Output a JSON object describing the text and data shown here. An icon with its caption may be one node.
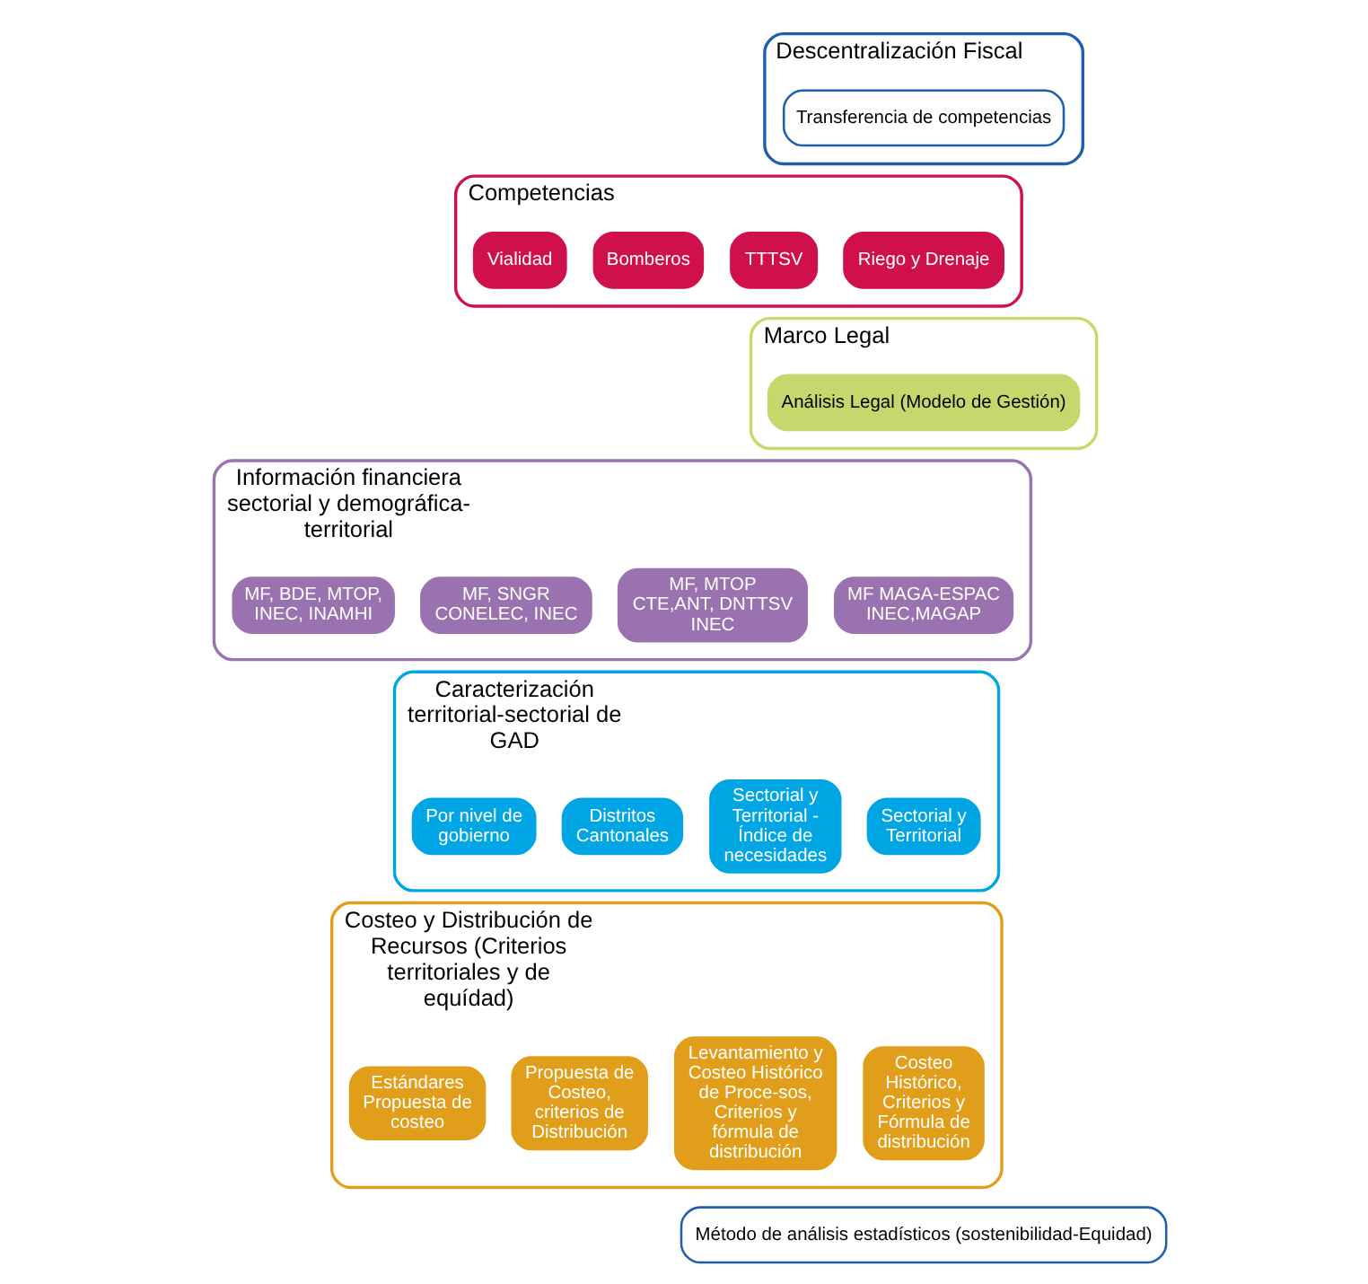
{
  "diagram": {
    "nodes": [
      {
        "text": [
          "Descentralización Fiscal"
        ]
      },
      {
        "text": [
          "Transferencia de competencias"
        ],
        "in": 0
      },
      {
        "text": [
          "Competencias"
        ]
      },
      {
        "text": [
          "Riego y Drenaje"
        ],
        "in": 2
      },
      {
        "text": [
          "TTTSV"
        ],
        "in": 2
      },
      {
        "text": [
          "Bomberos"
        ],
        "in": 2
      },
      {
        "text": [
          "Vialidad"
        ],
        "in": 2
      },
      {
        "text": [
          "Marco Legal"
        ]
      },
      {
        "text": [
          "Análisis Legal (Modelo de Gestión)"
        ],
        "in": 7
      },
      {
        "text": [
          "Información financiera sectorial y demográfica-territorial"
        ]
      },
      {
        "text": [
          "MF MAGA-ESPAC INEC,MAGAP"
        ],
        "in": 9
      },
      {
        "text": [
          "MF, MTOP CTE,ANT, DNTTSV INEC"
        ],
        "in": 9
      },
      {
        "text": [
          "MF, SNGR CONELEC, INEC"
        ],
        "in": 9
      },
      {
        "text": [
          "MF, BDE, MTOP, INEC, INAMHI"
        ],
        "in": 9
      },
      {
        "text": [
          "Caracterización territorial-sectorial de GAD"
        ]
      },
      {
        "text": [
          "Sectorial y Territorial"
        ],
        "in": 14
      },
      {
        "text": [
          "Sectorial y Territorial - Índice de necesidades"
        ],
        "in": 14
      },
      {
        "text": [
          "Distritos Cantonales"
        ],
        "in": 14
      },
      {
        "text": [
          "Por nivel de gobierno"
        ],
        "in": 14
      },
      {
        "text": [
          "Costeo y Distribución de Recursos (Criterios territoriales y de equídad)"
        ]
      },
      {
        "text": [
          "Costeo Histórico, Criterios y Fórmula de distribución"
        ],
        "in": 19
      },
      {
        "text": [
          "Levantamiento y Costeo Histórico de Proce-sos, Criterios y fórmula de distribución"
        ],
        "in": 19
      },
      {
        "text": [
          "Propuesta de Costeo, criterios de Distribución"
        ],
        "in": 19
      },
      {
        "text": [
          "Estándares Propuesta de costeo"
        ],
        "in": 19
      },
      {
        "text": [
          "Método de análisis estadísticos (sostenibilidad-Equidad)"
        ]
      }
    ]
  }
}
